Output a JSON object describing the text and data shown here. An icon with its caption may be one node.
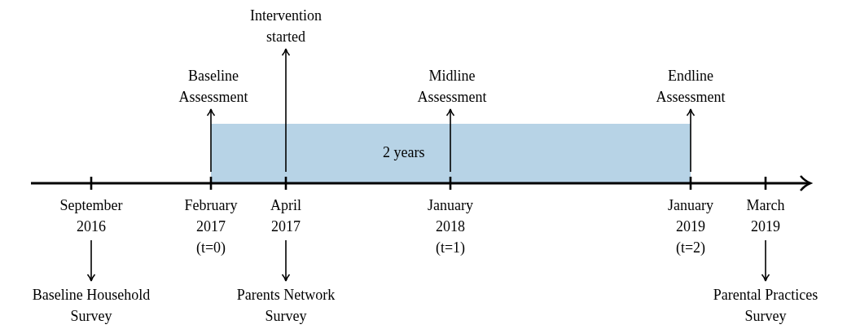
{
  "diagram": {
    "nodes": [
      {
        "text": [
          "Intervention started"
        ]
      },
      {
        "text": [
          "Baseline Assessment"
        ]
      },
      {
        "text": [
          "Midline Assessment"
        ]
      },
      {
        "text": [
          "Endline Assessment"
        ]
      },
      {
        "text": [
          "2 years"
        ]
      },
      {
        "text": [
          "September 2016"
        ]
      },
      {
        "text": [
          "February 2017 (t=0)"
        ]
      },
      {
        "text": [
          "April 2017"
        ]
      },
      {
        "text": [
          "January 2018 (t=1)"
        ]
      },
      {
        "text": [
          "January 2019 (t=2)"
        ]
      },
      {
        "text": [
          "March 2019"
        ]
      },
      {
        "text": [
          "Baseline Household Survey"
        ]
      },
      {
        "text": [
          "Parents Network Survey"
        ]
      },
      {
        "text": [
          "Parental Practices Survey"
        ]
      }
    ],
    "edges": [
      {
        "from": 4,
        "to": 1,
        "arrow": "to"
      },
      {
        "from": 4,
        "to": 0,
        "arrow": "to"
      },
      {
        "from": 4,
        "to": 2,
        "arrow": "to"
      },
      {
        "from": 4,
        "to": 3,
        "arrow": "to"
      },
      {
        "from": 5,
        "to": 11,
        "arrow": "to"
      },
      {
        "from": 7,
        "to": 12,
        "arrow": "to"
      },
      {
        "from": 10,
        "to": 13,
        "arrow": "to"
      }
    ]
  }
}
